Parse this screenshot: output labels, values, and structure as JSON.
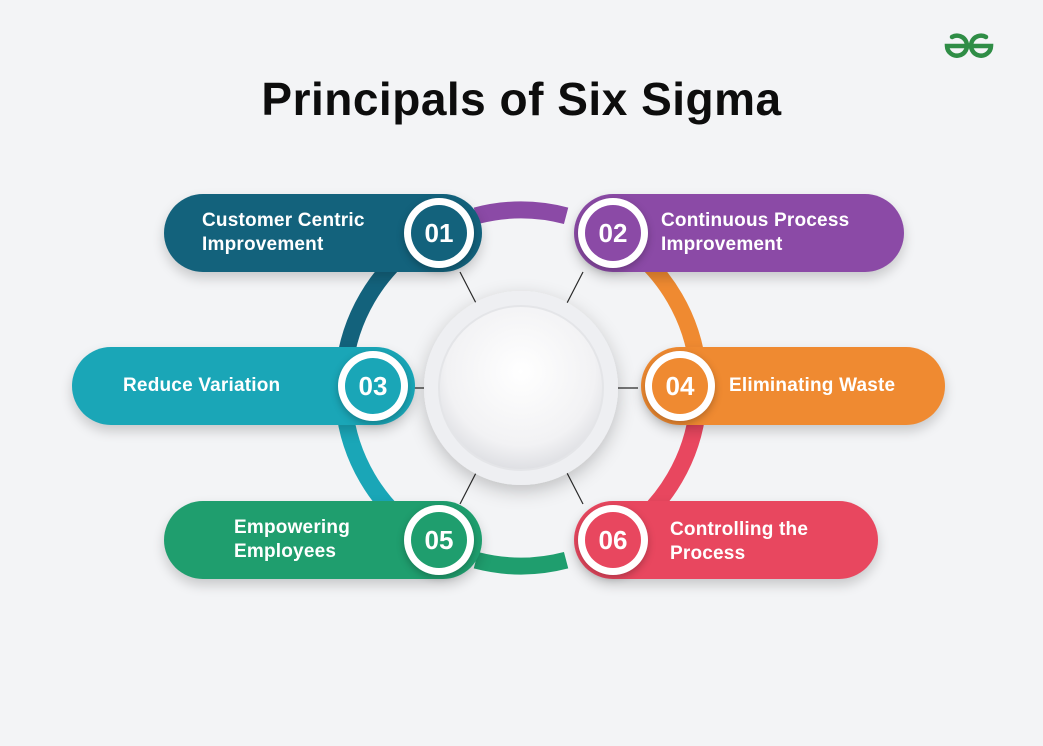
{
  "title": "Principals of Six Sigma",
  "logo": {
    "icon": "geeksforgeeks-logo-icon",
    "color": "#2f8d46"
  },
  "colors": {
    "teal_dark": "#13627c",
    "purple": "#8b4aa6",
    "cyan": "#1aa6b7",
    "orange": "#ef8a31",
    "green": "#1f9e6e",
    "red": "#e8475f"
  },
  "items": [
    {
      "number": "01",
      "label": "Customer Centric\nImprovement",
      "color": "#13627c"
    },
    {
      "number": "02",
      "label": "Continuous Process\n Improvement",
      "color": "#8b4aa6"
    },
    {
      "number": "03",
      "label": "Reduce Variation",
      "color": "#1aa6b7"
    },
    {
      "number": "04",
      "label": "Eliminating Waste",
      "color": "#ef8a31"
    },
    {
      "number": "05",
      "label": "Empowering\nEmployees",
      "color": "#1f9e6e"
    },
    {
      "number": "06",
      "label": "Controlling the\nProcess",
      "color": "#e8475f"
    }
  ]
}
